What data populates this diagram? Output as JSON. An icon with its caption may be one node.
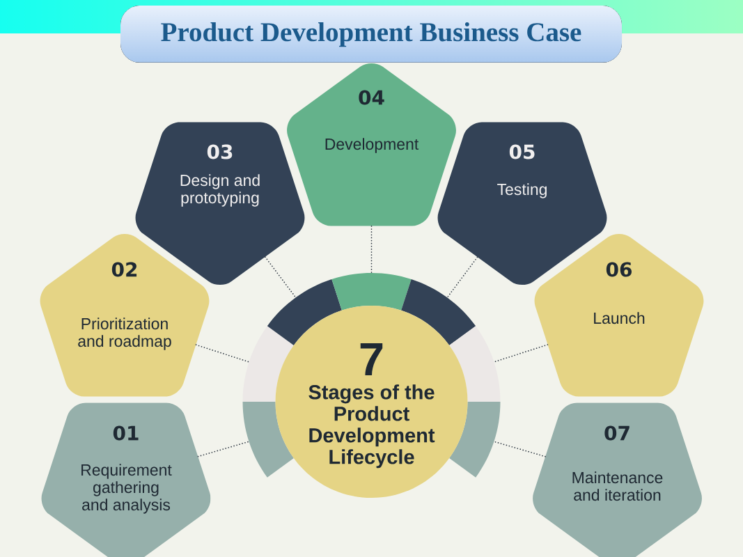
{
  "diagram": {
    "title": "Product Development Business Case",
    "nodes": [
      {
        "text": [
          "01",
          "Requirement gathering and analysis"
        ]
      },
      {
        "text": [
          "02",
          "Prioritization and roadmap"
        ]
      },
      {
        "text": [
          "03",
          "Design and prototyping"
        ]
      },
      {
        "text": [
          "04",
          "Development"
        ]
      },
      {
        "text": [
          "05",
          "Testing"
        ]
      },
      {
        "text": [
          "06",
          "Launch"
        ]
      },
      {
        "text": [
          "07",
          "Maintenance and iteration"
        ]
      },
      {
        "text": [
          "7",
          "Stages of the Product Development Lifecycle"
        ]
      },
      {
        "text": [],
        "shape": "arc"
      },
      {
        "text": [],
        "shape": "arc"
      },
      {
        "text": [],
        "shape": "arc"
      },
      {
        "text": [],
        "shape": "arc"
      },
      {
        "text": [],
        "shape": "arc"
      },
      {
        "text": [],
        "shape": "arc"
      },
      {
        "text": [],
        "shape": "arc"
      }
    ],
    "edges": [
      {
        "from": 0,
        "to": 8,
        "arrow": "none"
      },
      {
        "from": 1,
        "to": 9,
        "arrow": "none"
      },
      {
        "from": 2,
        "to": 10,
        "arrow": "none"
      },
      {
        "from": 3,
        "to": 11,
        "arrow": "none"
      },
      {
        "from": 4,
        "to": 12,
        "arrow": "none"
      },
      {
        "from": 5,
        "to": 13,
        "arrow": "none"
      },
      {
        "from": 6,
        "to": 14,
        "arrow": "none"
      }
    ]
  }
}
